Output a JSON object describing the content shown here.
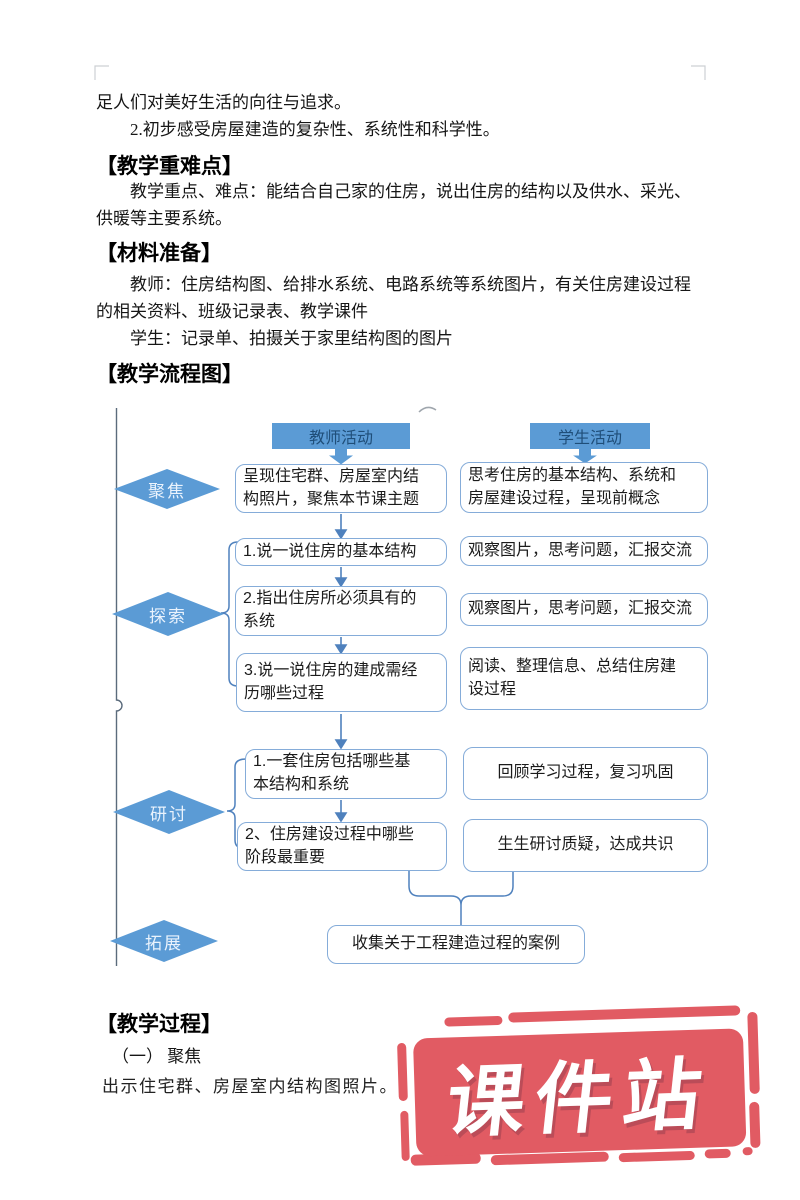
{
  "document": {
    "body_lines": [
      "足人们对美好生活的向往与追求。",
      "2.初步感受房屋建造的复杂性、系统性和科学性。"
    ],
    "section_key_points": {
      "heading": "【教学重难点】",
      "lines": [
        "教学重点、难点：能结合自己家的住房，说出住房的结构以及供水、采光、",
        "供暖等主要系统。"
      ]
    },
    "section_materials": {
      "heading": "【材料准备】",
      "lines": [
        "教师：住房结构图、给排水系统、电路系统等系统图片，有关住房建设过程",
        "的相关资料、班级记录表、教学课件",
        "学生：记录单、拍摄关于家里结构图的图片"
      ]
    },
    "flowchart_heading": "【教学流程图】",
    "section_process": {
      "heading": "【教学过程】",
      "step_label": "（一） 聚焦",
      "line": "出示住宅群、房屋室内结构图照片。"
    }
  },
  "flowchart": {
    "column_headers": [
      {
        "label": "教师活动"
      },
      {
        "label": "学生活动"
      }
    ],
    "stages": [
      {
        "label": "聚焦"
      },
      {
        "label": "探索"
      },
      {
        "label": "研讨"
      },
      {
        "label": "拓展"
      }
    ],
    "teacher_boxes": [
      {
        "text": "呈现住宅群、房屋室内结\n构照片，聚焦本节课主题"
      },
      {
        "text": "1.说一说住房的基本结构"
      },
      {
        "text": "2.指出住房所必须具有的\n系统"
      },
      {
        "text": "3.说一说住房的建成需经\n历哪些过程"
      },
      {
        "text": "1.一套住房包括哪些基\n本结构和系统"
      },
      {
        "text": "2、住房建设过程中哪些\n阶段最重要"
      }
    ],
    "student_boxes": [
      {
        "text": "思考住房的基本结构、系统和\n房屋建设过程，呈现前概念"
      },
      {
        "text": "观察图片，思考问题，汇报交流"
      },
      {
        "text": "观察图片，思考问题，汇报交流"
      },
      {
        "text": "阅读、整理信息、总结住房建\n设过程"
      },
      {
        "text": "回顾学习过程，复习巩固"
      },
      {
        "text": "生生研讨质疑，达成共识"
      }
    ],
    "summary_box": {
      "text": "收集关于工程建造过程的案例"
    }
  },
  "stamp": {
    "text": "课件站"
  },
  "colors": {
    "flow_blue": "#5b9bd5",
    "flow_box_border": "#85acd9",
    "flow_header_text": "#1f4e79",
    "connector_blue": "#4f81bd",
    "stamp_red": "#e15b63"
  }
}
